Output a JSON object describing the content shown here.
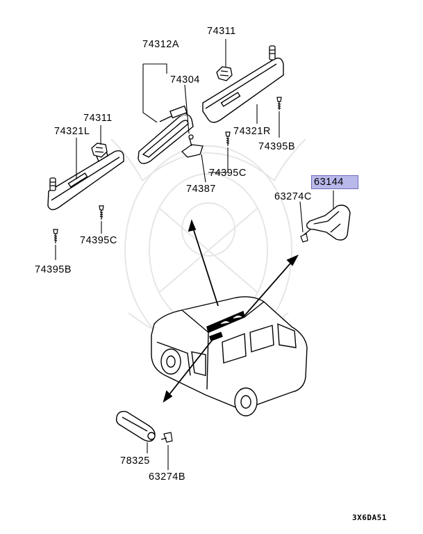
{
  "parts": {
    "p74311_top": "74311",
    "p74312A": "74312A",
    "p74304": "74304",
    "p74311_left": "74311",
    "p74321L": "74321L",
    "p74321R": "74321R",
    "p74395B_right": "74395B",
    "p74395C_mid": "74395C",
    "p74387": "74387",
    "p63144": "63144",
    "p63274C": "63274C",
    "p74395C_left": "74395C",
    "p74395B_left": "74395B",
    "p78325": "78325",
    "p63274B": "63274B"
  },
  "diagram_code": "3X6DA51",
  "colors": {
    "highlight": "#b9b8ea",
    "highlight_border": "#6e6cc0",
    "line": "#000000",
    "watermark": "#e9e9e9"
  }
}
